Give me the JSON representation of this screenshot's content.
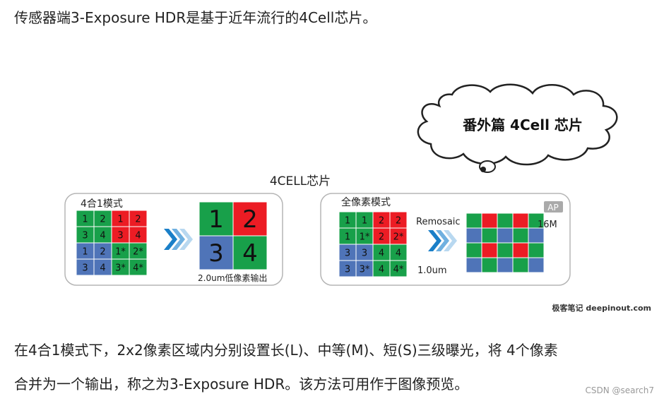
{
  "article": {
    "intro": "传感器端3-Exposure HDR是基于近年流行的4Cell芯片。",
    "description_line1": "在4合1模式下，2x2像素区域内分别设置长(L)、中等(M)、短(S)三级曝光，将 4个像素",
    "description_line2": "合并为一个输出，称之为3-Exposure HDR。该方法可用作于图像预览。"
  },
  "figure": {
    "cloud_text": "番外篇  4Cell  芯片",
    "main_title": "4CELL芯片",
    "left_panel": {
      "label": "4合1模式",
      "grid": [
        [
          "1",
          "2",
          "1",
          "2"
        ],
        [
          "3",
          "4",
          "3",
          "4"
        ],
        [
          "1",
          "2",
          "1*",
          "2*"
        ],
        [
          "3",
          "4",
          "3*",
          "4*"
        ]
      ],
      "result": [
        "1",
        "2",
        "3",
        "4"
      ],
      "caption": "2.0um低像素输出"
    },
    "right_panel": {
      "label": "全像素模式",
      "grid": [
        [
          "1",
          "1",
          "2",
          "2"
        ],
        [
          "1",
          "1*",
          "2",
          "2*"
        ],
        [
          "3",
          "3",
          "4",
          "4"
        ],
        [
          "3",
          "3*",
          "4",
          "4*"
        ]
      ],
      "remosaic_label": "Remosaic",
      "pixel_size": "1.0um",
      "ap_badge": "AP",
      "resolution": "16M"
    },
    "watermark": "极客笔记 deepinout.com",
    "colors": {
      "green": "#18a04a",
      "red": "#ec1c24",
      "blue": "#4f74b8",
      "arrow": "#1a7fc8"
    }
  },
  "footer": {
    "csdn": "CSDN @search7"
  }
}
